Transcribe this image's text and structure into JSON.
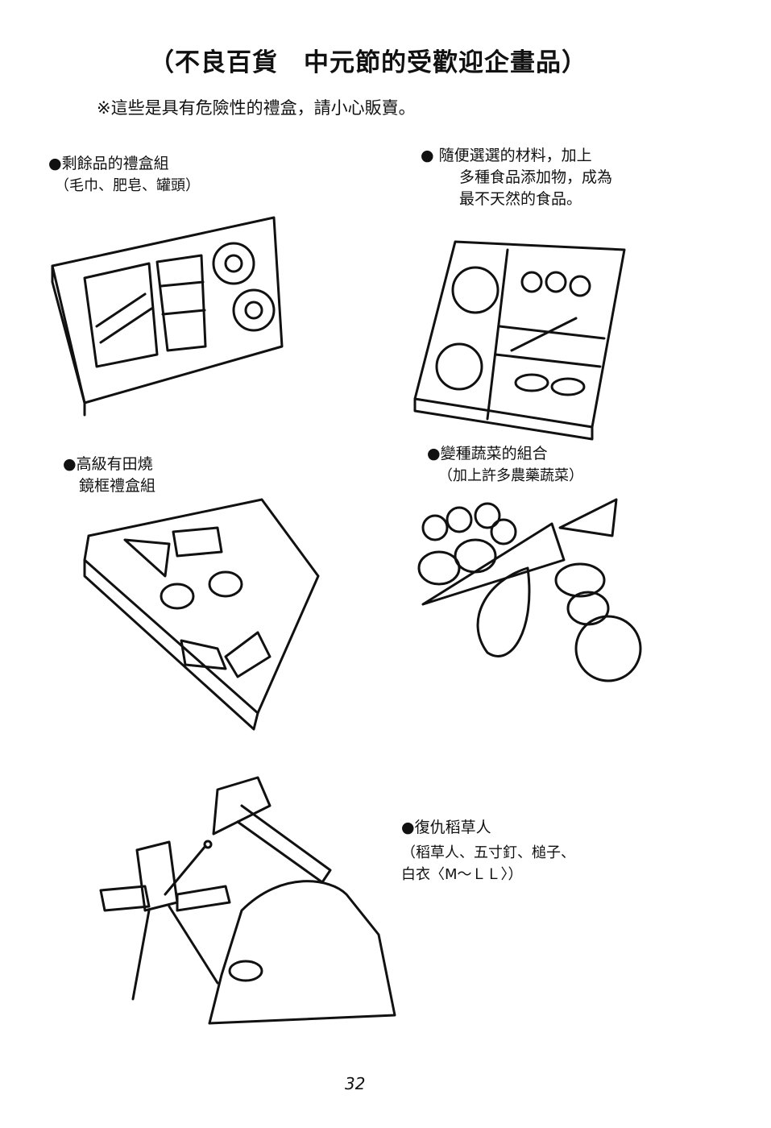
{
  "title": "（不良百貨　中元節的受歡迎企畫品）",
  "note": "※這些是具有危險性的禮盒，請小心販賣。",
  "items": [
    {
      "bullet": "●",
      "name": "剩餘品的禮盒組",
      "detail": "（毛巾、肥皂、罐頭）"
    },
    {
      "bullet": "●",
      "name": "隨便選選的材料，加上",
      "line2": "多種食品添加物，成為",
      "line3": "最不天然的食品。"
    },
    {
      "bullet": "●",
      "name": "高級有田燒",
      "line2": "鏡框禮盒組"
    },
    {
      "bullet": "●",
      "name": "變種蔬菜的組合",
      "detail": "（加上許多農藥蔬菜）"
    },
    {
      "bullet": "●",
      "name": "復仇稻草人",
      "detail": "（稻草人、五寸釘、槌子、",
      "line3": "白衣〈M～ＬＬ〉）"
    }
  ],
  "page_number": "32"
}
